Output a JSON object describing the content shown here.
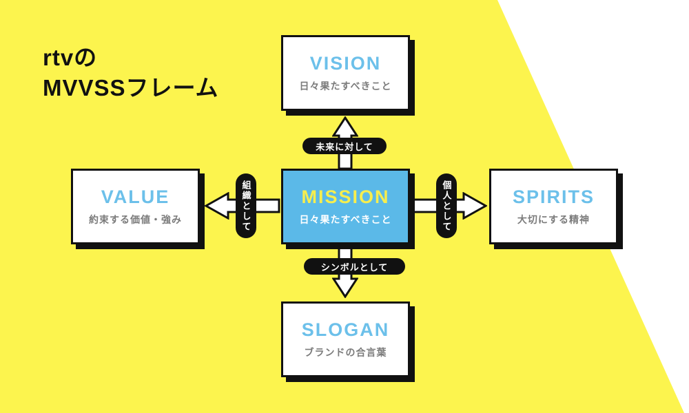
{
  "title": {
    "line1": "rtvの",
    "line2": "MVVSSフレーム"
  },
  "colors": {
    "background_yellow": "#FCF44E",
    "mission_box_blue": "#5BB9E8",
    "heading_blue": "#6CC0EA",
    "mission_heading_yellow": "#F6EE4E",
    "subtitle_gray": "#7b7b7b",
    "outline_black": "#111111"
  },
  "diagram": {
    "center": {
      "label": "MISSION",
      "description": "日々果たすべきこと"
    },
    "nodes": [
      {
        "id": "vision",
        "position": "top",
        "label": "VISION",
        "description": "日々果たすべきこと"
      },
      {
        "id": "value",
        "position": "left",
        "label": "VALUE",
        "description": "約束する価値・強み"
      },
      {
        "id": "spirits",
        "position": "right",
        "label": "SPIRITS",
        "description": "大切にする精神"
      },
      {
        "id": "slogan",
        "position": "bottom",
        "label": "SLOGAN",
        "description": "ブランドの合言葉"
      }
    ],
    "connectors": [
      {
        "direction": "up",
        "label": "未来に対して"
      },
      {
        "direction": "left",
        "label": "組織として"
      },
      {
        "direction": "right",
        "label": "個人として"
      },
      {
        "direction": "down",
        "label": "シンボルとして"
      }
    ]
  }
}
